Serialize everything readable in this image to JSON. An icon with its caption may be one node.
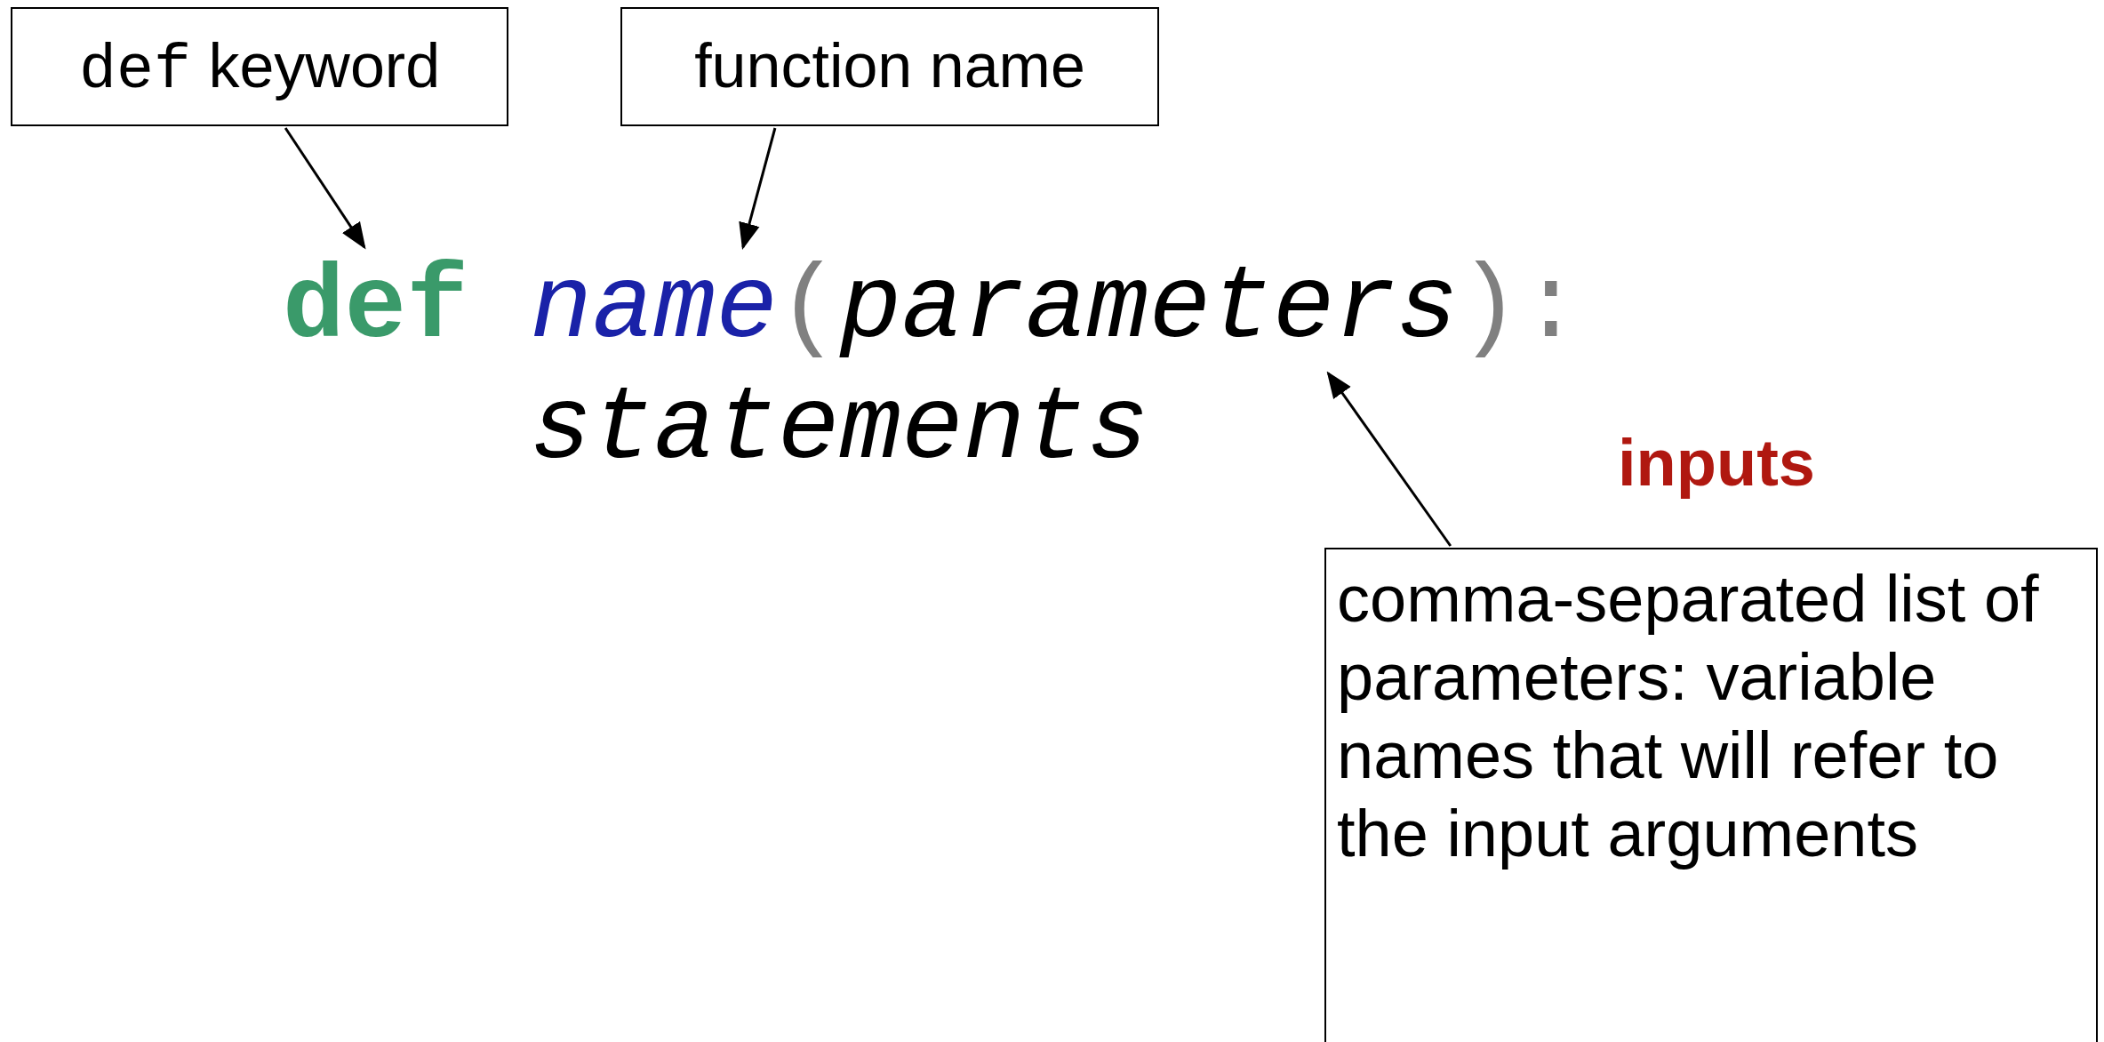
{
  "diagram": {
    "nodes": [
      {
        "text": [
          "def keyword"
        ]
      },
      {
        "text": [
          "function name"
        ]
      },
      {
        "text": [
          "def"
        ]
      },
      {
        "text": [
          "name"
        ]
      },
      {
        "text": [
          "parameters"
        ]
      },
      {
        "text": [
          "inputs",
          "comma-separated list of parameters: variable names that will refer to the input arguments"
        ]
      }
    ],
    "edges": [
      {
        "from": 0,
        "to": 2,
        "arrow": "to"
      },
      {
        "from": 1,
        "to": 3,
        "arrow": "to"
      },
      {
        "from": 5,
        "to": 4,
        "arrow": "to"
      }
    ],
    "labels": [
      "(",
      "):",
      "statements"
    ]
  }
}
